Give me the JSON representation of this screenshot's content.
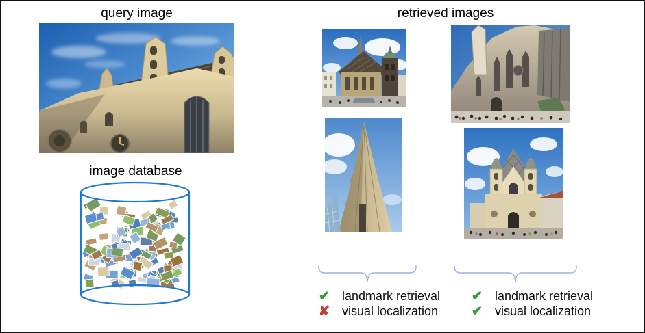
{
  "labels": {
    "query_title": "query image",
    "database_title": "image database",
    "retrieved_title": "retrieved images"
  },
  "results": {
    "left": {
      "rows": [
        {
          "icon": "check-icon",
          "label": "landmark retrieval"
        },
        {
          "icon": "cross-icon",
          "label": "visual localization"
        }
      ]
    },
    "right": {
      "rows": [
        {
          "icon": "check-icon",
          "label": "landmark retrieval"
        },
        {
          "icon": "check-icon",
          "label": "visual localization"
        }
      ]
    }
  },
  "icons": {
    "check_glyph": "✔",
    "cross_glyph": "✘"
  },
  "colors": {
    "check_green": "#2ea233",
    "cross_red": "#c5403a",
    "brace_blue": "#9db4e4",
    "cylinder_blue": "#1f78d1"
  }
}
